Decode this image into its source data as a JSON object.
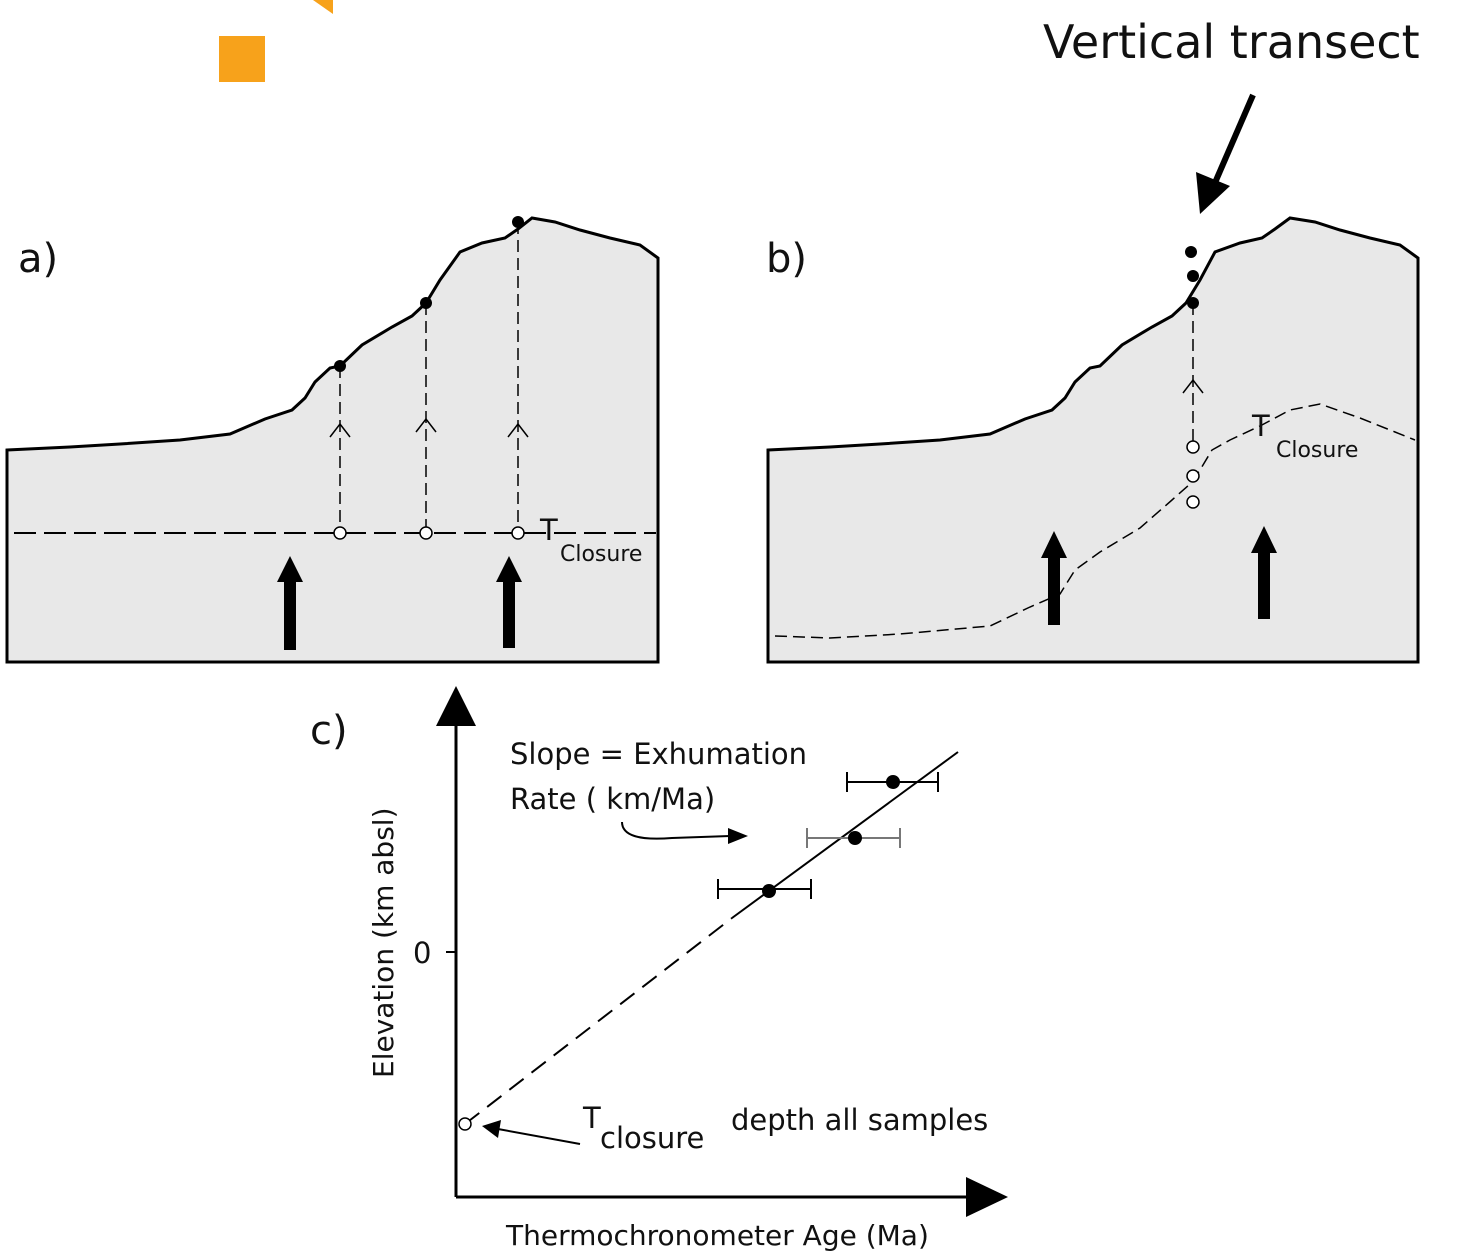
{
  "accent_color": "#f7a21b",
  "annotation": {
    "vertical_transect": "Vertical transect"
  },
  "panel_a": {
    "label": "a)",
    "t_letter": "T",
    "t_sub": "Closure"
  },
  "panel_b": {
    "label": "b)",
    "t_letter": "T",
    "t_sub": "Closure"
  },
  "panel_c": {
    "label": "c)",
    "slope_line1": "Slope = Exhumation",
    "slope_line2": "Rate ( km/Ma)",
    "ylabel": "Elevation (km absl)",
    "xlabel": "Thermochronometer Age (Ma)",
    "zero_tick": "0",
    "tclosure_t": "T",
    "tclosure_sub": "closure",
    "depth_text": "depth all samples"
  }
}
